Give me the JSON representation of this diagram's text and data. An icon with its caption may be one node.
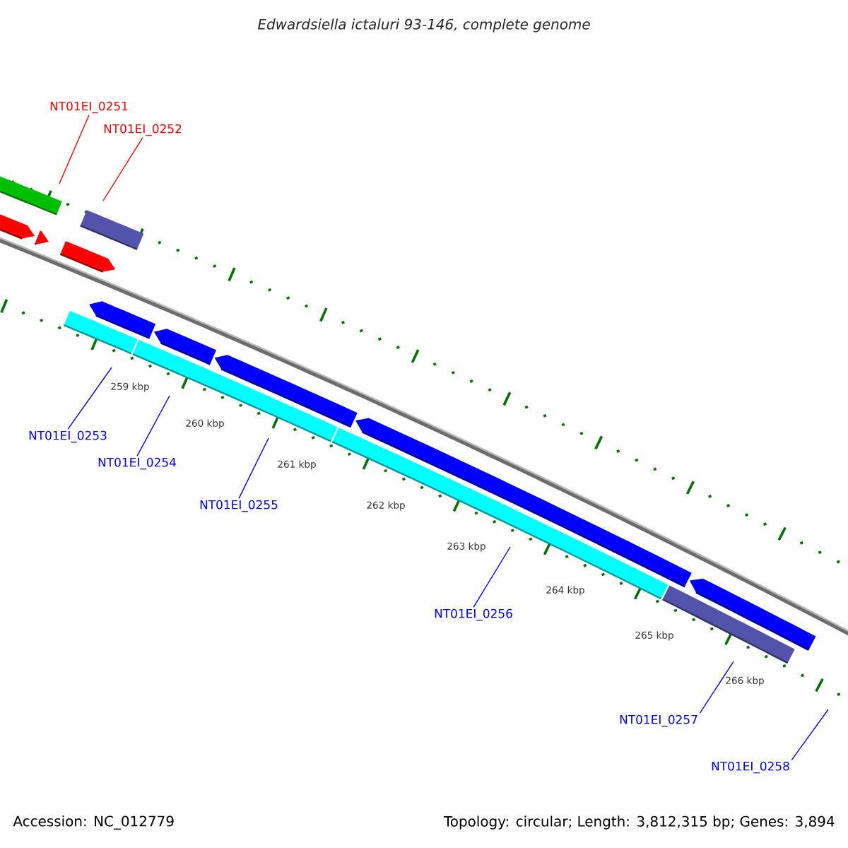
{
  "diagram": {
    "title": "Edwardsiella ictaluri 93-146, complete genome",
    "nodes": [
      {
        "text": [
          "NT01EI_0251"
        ]
      },
      {
        "text": [
          "NT01EI_0252"
        ]
      },
      {
        "text": [
          "NT01EI_0253"
        ]
      },
      {
        "text": [
          "NT01EI_0254"
        ]
      },
      {
        "text": [
          "NT01EI_0255"
        ]
      },
      {
        "text": [
          "NT01EI_0256"
        ]
      },
      {
        "text": [
          "NT01EI_0257"
        ]
      },
      {
        "text": [
          "NT01EI_0258"
        ]
      }
    ],
    "edges": [
      {
        "from": 0,
        "to": null,
        "arrow": "none",
        "color": "#ff0000"
      },
      {
        "from": 1,
        "to": null,
        "arrow": "none",
        "color": "#ff0000"
      },
      {
        "from": 2,
        "to": null,
        "arrow": "none"
      },
      {
        "from": 3,
        "to": null,
        "arrow": "none"
      },
      {
        "from": 4,
        "to": null,
        "arrow": "none"
      },
      {
        "from": 5,
        "to": null,
        "arrow": "none"
      },
      {
        "from": 6,
        "to": null,
        "arrow": "none"
      },
      {
        "from": 7,
        "to": null,
        "arrow": "none"
      }
    ],
    "labels": [
      "259 kbp",
      "260 kbp",
      "261 kbp",
      "262 kbp",
      "263 kbp",
      "264 kbp",
      "265 kbp",
      "266 kbp",
      "Accession: NC_012779",
      "Topology: circular; Length: 3,812,315 bp; Genes: 3,894"
    ]
  }
}
